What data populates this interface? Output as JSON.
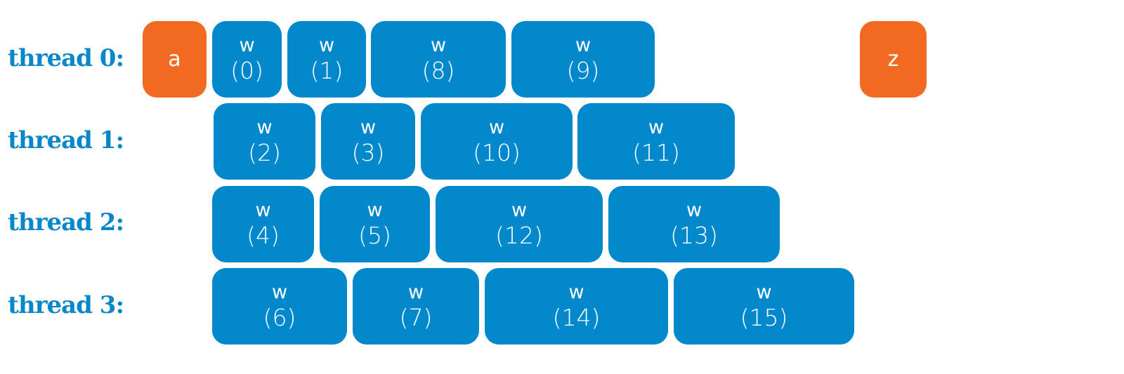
{
  "threads": [
    {
      "label": "thread 0:",
      "tasks": [
        {
          "w": "w",
          "index": "(0)"
        },
        {
          "w": "w",
          "index": "(1)"
        },
        {
          "w": "w",
          "index": "(8)"
        },
        {
          "w": "w",
          "index": "(9)"
        }
      ]
    },
    {
      "label": "thread 1:",
      "tasks": [
        {
          "w": "w",
          "index": "(2)"
        },
        {
          "w": "w",
          "index": "(3)"
        },
        {
          "w": "w",
          "index": "(10)"
        },
        {
          "w": "w",
          "index": "(11)"
        }
      ]
    },
    {
      "label": "thread 2:",
      "tasks": [
        {
          "w": "w",
          "index": "(4)"
        },
        {
          "w": "w",
          "index": "(5)"
        },
        {
          "w": "w",
          "index": "(12)"
        },
        {
          "w": "w",
          "index": "(13)"
        }
      ]
    },
    {
      "label": "thread 3:",
      "tasks": [
        {
          "w": "w",
          "index": "(6)"
        },
        {
          "w": "w",
          "index": "(7)"
        },
        {
          "w": "w",
          "index": "(14)"
        },
        {
          "w": "w",
          "index": "(15)"
        }
      ]
    }
  ],
  "start": {
    "label": "a"
  },
  "end": {
    "label": "z"
  },
  "colors": {
    "work": "#0388cc",
    "endpoint": "#f26a21",
    "label": "#0a87c9"
  }
}
